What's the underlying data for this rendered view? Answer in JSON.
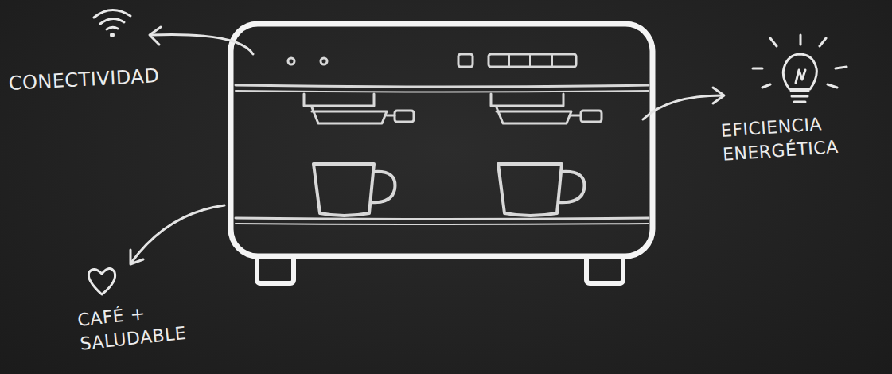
{
  "diagram": {
    "labels": [
      "CONECTIVIDAD",
      "EFICIENCIA ENERGÉTICA",
      "CAFÉ + SALUDABLE"
    ]
  }
}
